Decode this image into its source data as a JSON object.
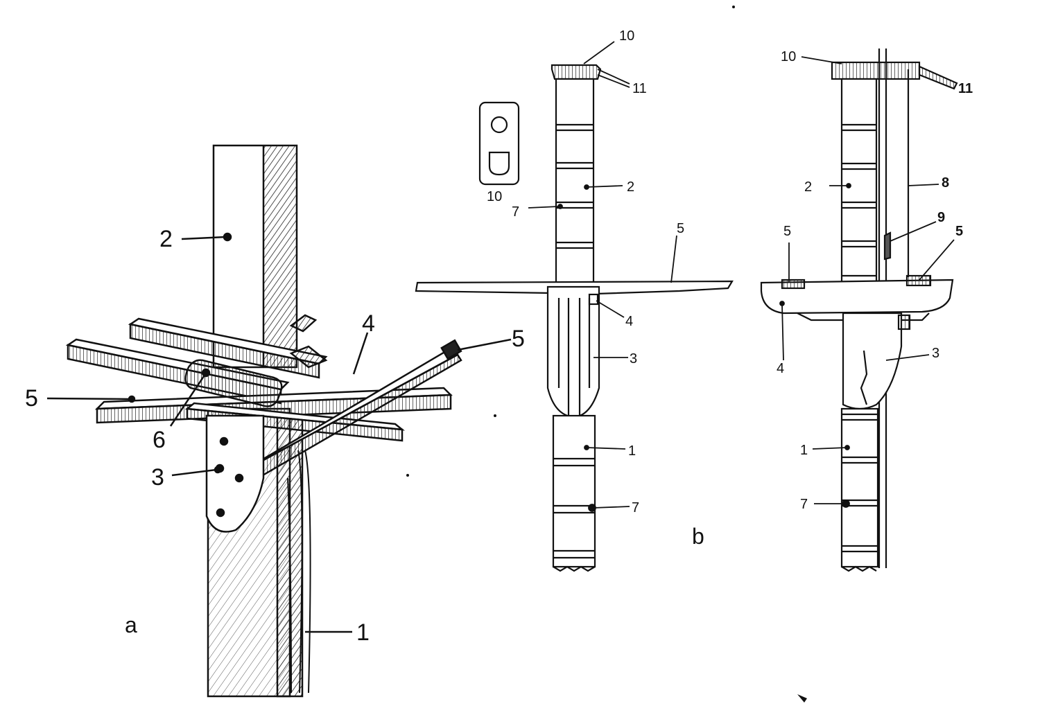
{
  "panels": {
    "a": "a",
    "b": "b"
  },
  "view_a": {
    "labels": [
      "2",
      "4",
      "5",
      "5",
      "6",
      "3",
      "1"
    ]
  },
  "view_b_front": {
    "labels": [
      "10",
      "11",
      "2",
      "7",
      "5",
      "4",
      "3",
      "1",
      "7"
    ],
    "inset_label": "10"
  },
  "view_b_side": {
    "labels": [
      "10",
      "11",
      "2",
      "8",
      "9",
      "5",
      "5",
      "4",
      "3",
      "1",
      "7"
    ]
  }
}
